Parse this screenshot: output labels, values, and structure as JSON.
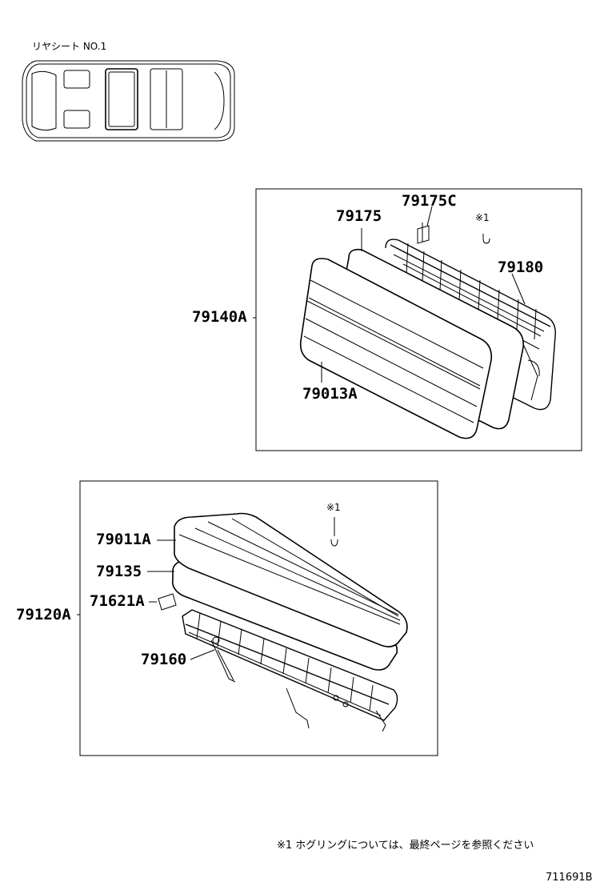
{
  "header": {
    "title": "リヤシート NO.1"
  },
  "seatback_group": {
    "assembly_label": "79140A",
    "labels": {
      "tab": "79175C",
      "pad": "79175",
      "note_mark": "※1",
      "frame": "79180",
      "cover": "79013A"
    }
  },
  "cushion_group": {
    "assembly_label": "79120A",
    "labels": {
      "note_mark": "※1",
      "cover": "79011A",
      "pad": "79135",
      "tag": "71621A",
      "frame": "79160"
    }
  },
  "footnote": "※1 ホグリングについては、最終ページを参照ください",
  "diagram_code": "711691B"
}
